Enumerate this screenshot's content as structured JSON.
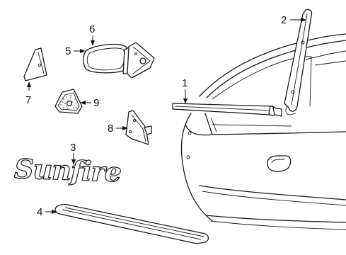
{
  "callouts": [
    {
      "id": "1",
      "label": "1"
    },
    {
      "id": "2",
      "label": "2"
    },
    {
      "id": "3",
      "label": "3"
    },
    {
      "id": "4",
      "label": "4"
    },
    {
      "id": "5",
      "label": "5"
    },
    {
      "id": "6",
      "label": "6"
    },
    {
      "id": "7",
      "label": "7"
    },
    {
      "id": "8",
      "label": "8"
    },
    {
      "id": "9",
      "label": "9"
    }
  ],
  "emblem_text": "Sunfire"
}
